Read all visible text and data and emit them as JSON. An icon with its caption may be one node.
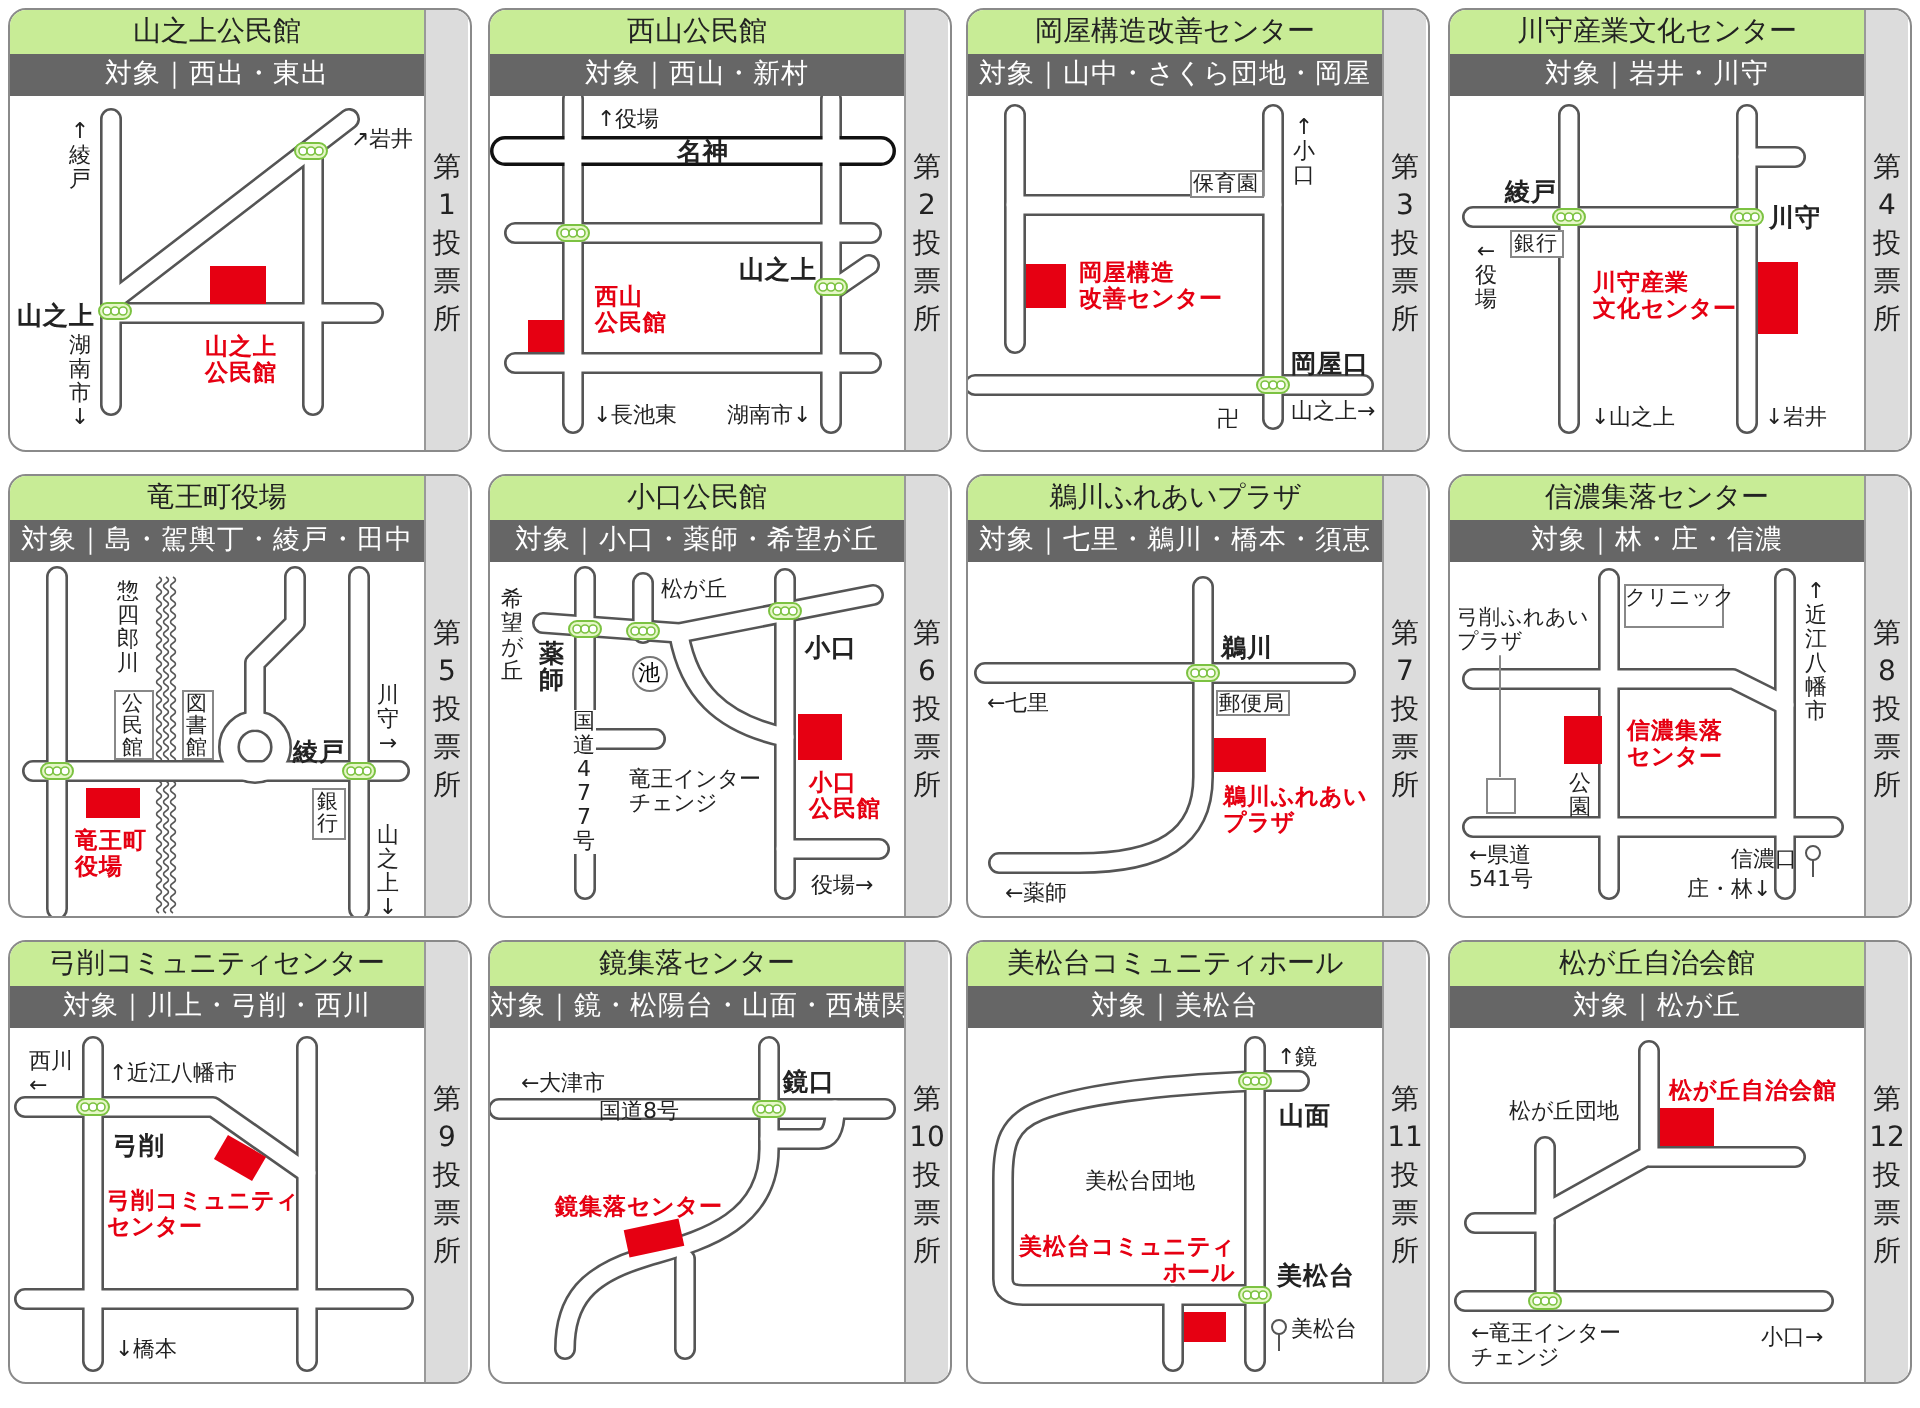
{
  "diagram": {
    "nodes": [
      {
        "text": [
          "山之上公民館",
          "対象｜西出・東出",
          "第1投票所"
        ]
      },
      {
        "text": [],
        "shape": "box",
        "in": 0,
        "beside": [
          "山之上公民館"
        ]
      },
      {
        "text": [
          "西山公民館",
          "対象｜西山・新村",
          "第2投票所"
        ]
      },
      {
        "text": [],
        "shape": "box",
        "in": 2,
        "beside": [
          "西山公民館"
        ]
      },
      {
        "text": [
          "岡屋構造改善センター",
          "対象｜山中・さくら団地・岡屋",
          "第3投票所"
        ]
      },
      {
        "text": [
          "保育園"
        ],
        "in": 4
      },
      {
        "text": [],
        "shape": "box",
        "in": 4,
        "beside": [
          "岡屋構造改善センター"
        ]
      },
      {
        "text": [
          "川守産業文化センター",
          "対象｜岩井・川守",
          "第4投票所"
        ]
      },
      {
        "text": [
          "銀行"
        ],
        "in": 7
      },
      {
        "text": [],
        "shape": "box",
        "in": 7,
        "beside": [
          "川守産業文化センター"
        ]
      },
      {
        "text": [
          "竜王町役場",
          "対象｜島・駕輿丁・綾戸・田中",
          "第5投票所"
        ]
      },
      {
        "text": [
          "公民館"
        ],
        "in": 10
      },
      {
        "text": [
          "図書館"
        ],
        "in": 10
      },
      {
        "text": [
          "銀行"
        ],
        "in": 10
      },
      {
        "text": [],
        "shape": "box",
        "in": 10,
        "beside": [
          "竜王町役場"
        ]
      },
      {
        "text": [
          "小口公民館",
          "対象｜小口・薬師・希望が丘",
          "第6投票所"
        ]
      },
      {
        "text": [
          "池"
        ],
        "in": 15
      },
      {
        "text": [],
        "shape": "box",
        "in": 15,
        "beside": [
          "小口公民館"
        ]
      },
      {
        "text": [
          "鵜川ふれあいプラザ",
          "対象｜七里・鵜川・橋本・須恵",
          "第7投票所"
        ]
      },
      {
        "text": [
          "郵便局"
        ],
        "in": 18
      },
      {
        "text": [],
        "shape": "box",
        "in": 18,
        "beside": [
          "鵜川ふれあいプラザ"
        ]
      },
      {
        "text": [
          "信濃集落センター",
          "対象｜林・庄・信濃",
          "第8投票所"
        ]
      },
      {
        "text": [
          "クリニック"
        ],
        "in": 21
      },
      {
        "text": [
          "弓削ふれあいプラザ"
        ],
        "in": 21
      },
      {
        "text": [],
        "shape": "box",
        "in": 21
      },
      {
        "text": [],
        "shape": "box",
        "in": 21,
        "beside": [
          "信濃集落センター"
        ]
      },
      {
        "text": [
          "弓削コミュニティセンター",
          "対象｜川上・弓削・西川",
          "第9投票所"
        ]
      },
      {
        "text": [],
        "shape": "box",
        "in": 26,
        "beside": [
          "弓削コミュニティセンター"
        ]
      },
      {
        "text": [
          "鏡集落センター",
          "対象｜鏡・松陽台・山面・西横関",
          "第10投票所"
        ]
      },
      {
        "text": [],
        "shape": "box",
        "in": 28,
        "beside": [
          "鏡集落センター"
        ]
      },
      {
        "text": [
          "美松台コミュニティホール",
          "対象｜美松台",
          "第11投票所"
        ]
      },
      {
        "text": [],
        "shape": "box",
        "in": 30,
        "beside": [
          "美松台コミュニティホール"
        ]
      },
      {
        "text": [
          "松が丘自治会館",
          "対象｜松が丘",
          "第12投票所"
        ]
      },
      {
        "text": [],
        "shape": "box",
        "in": 32,
        "beside": [
          "松が丘自治会館"
        ]
      }
    ],
    "edges": [
      {
        "from": 23,
        "to": 24,
        "arrow": "none"
      }
    ],
    "labels": [
      "↑綾戸",
      "↗岩井",
      "山之上",
      "湖南市↓",
      "↑役場",
      "名神",
      "山之上",
      "↓長池東",
      "湖南市↓",
      "↑小口",
      "岡屋口",
      "卍",
      "山之上→",
      "綾戸",
      "←役場",
      "川守",
      "↓山之上",
      "↓岩井",
      "惣四郎川",
      "綾戸",
      "川守→",
      "山之上↓",
      "希望が丘",
      "薬師",
      "松が丘",
      "小口",
      "国道477号",
      "竜王インターチェンジ",
      "役場→",
      "鵜川",
      "←七里",
      "←薬師",
      "↑近江八幡市",
      "公園",
      "←県道541号",
      "信濃口",
      "庄・林↓",
      "西川←",
      "↑近江八幡市",
      "弓削",
      "↓橋本",
      "←大津市",
      "国道8号",
      "鏡口",
      "↑鏡",
      "山面",
      "美松台団地",
      "美松台",
      "美松台",
      "松が丘団地",
      "←竜王インターチェンジ",
      "小口→"
    ]
  }
}
